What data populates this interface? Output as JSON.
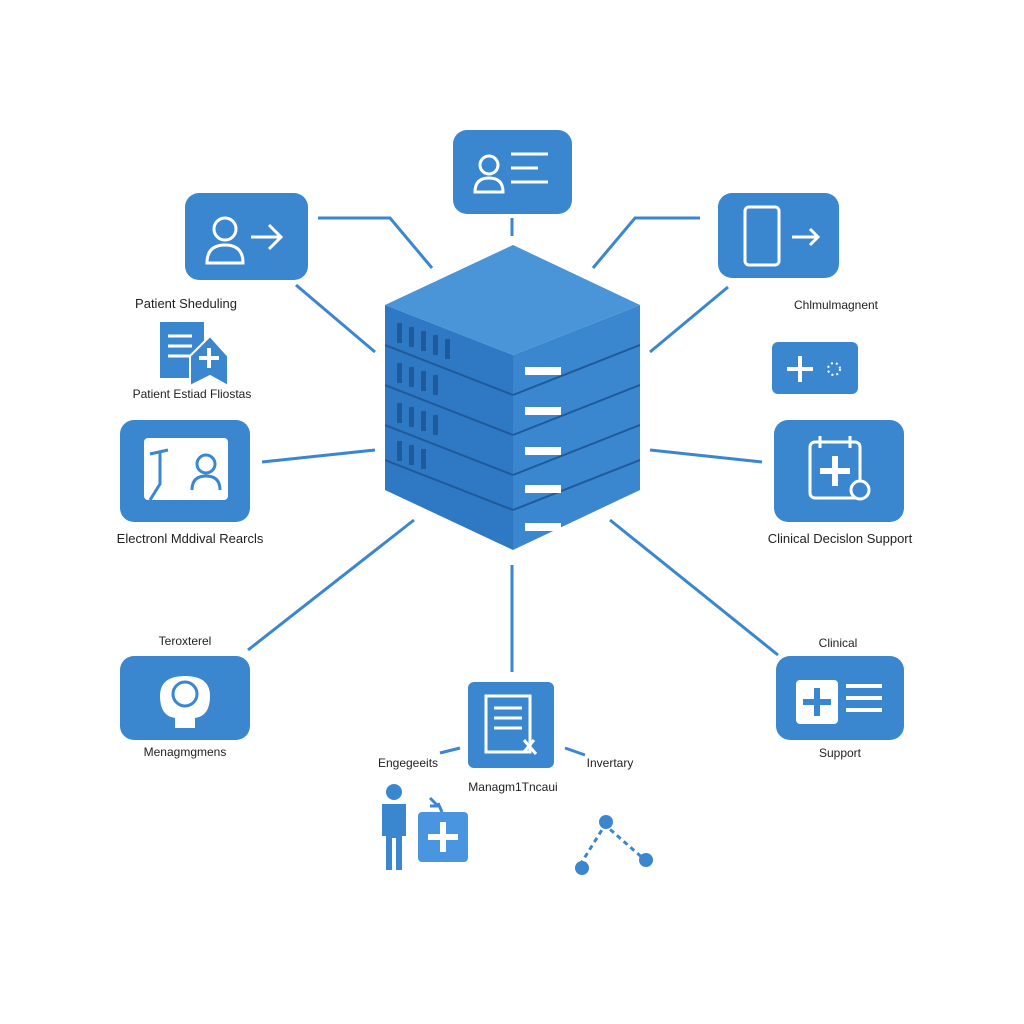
{
  "accent": "#3a87cf",
  "labels": {
    "patient_scheduling": "Patient Sheduling",
    "patient_records": "Patient Estiad Fliostas",
    "chlmulmagnent": "Chlmulmagnent",
    "emr": "Electronl Mddival Rearcls",
    "cds": "Clinical Decislon Support",
    "teroxterel": "Teroxterel",
    "management_left": "Menagmgmens",
    "clinical": "Clinical",
    "support": "Support",
    "engagements": "Engegeeits",
    "inventory": "Invertary",
    "management_bottom": "Managm1Tncaui"
  }
}
